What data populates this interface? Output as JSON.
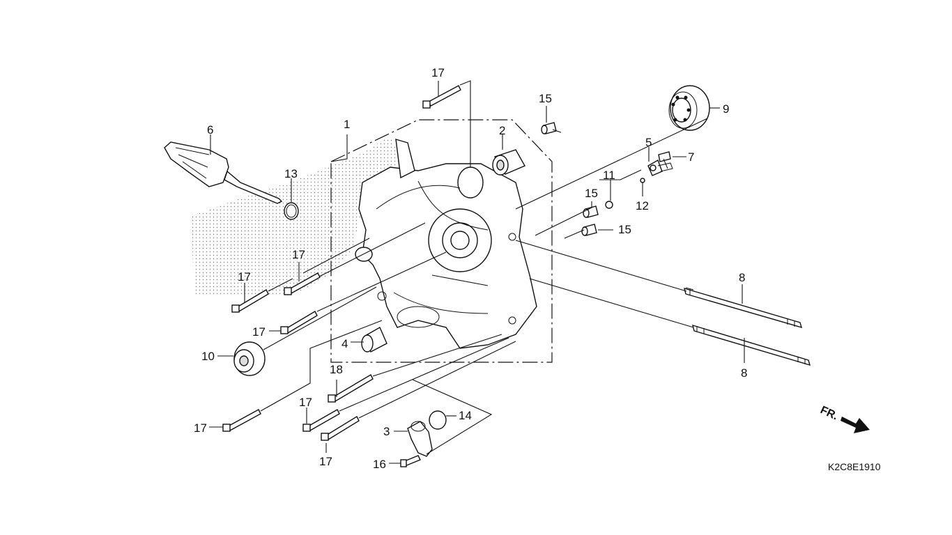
{
  "diagram": {
    "part_numbers": {
      "p1": "1",
      "p2": "2",
      "p3": "3",
      "p4": "4",
      "p5": "5",
      "p6": "6",
      "p7": "7",
      "p8_top": "8",
      "p8_bottom": "8",
      "p9": "9",
      "p10": "10",
      "p11": "11",
      "p12": "12",
      "p13": "13",
      "p14": "14",
      "p15_top": "15",
      "p15_mid": "15",
      "p15_low": "15",
      "p16": "16",
      "p17_top": "17",
      "p17_a": "17",
      "p17_b": "17",
      "p17_c": "17",
      "p17_d": "17",
      "p17_e": "17",
      "p17_f": "17",
      "p18": "18"
    },
    "drawing_code": "K2C8E1910",
    "front_indicator": "FR."
  }
}
